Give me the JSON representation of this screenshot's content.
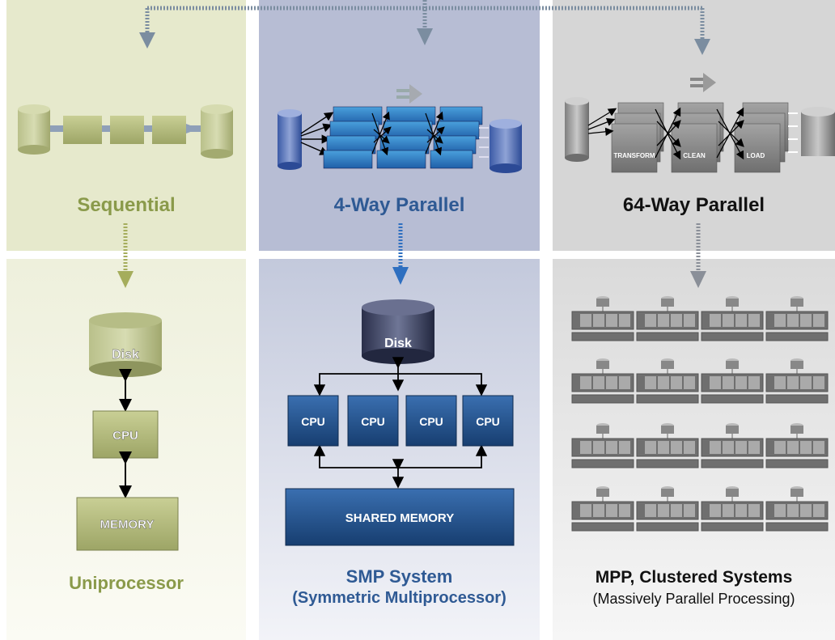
{
  "columns": [
    {
      "top_title": "Sequential",
      "bottom_title": "Uniprocessor",
      "bottom_subtitle": "",
      "accent": "#8a9a4a",
      "labels": {
        "disk": "Disk",
        "cpu": "CPU",
        "memory": "MEMORY"
      }
    },
    {
      "top_title": "4-Way Parallel",
      "bottom_title": "SMP System",
      "bottom_subtitle": "(Symmetric Multiprocessor)",
      "accent": "#2f5a94",
      "labels": {
        "disk": "Disk",
        "cpu": "CPU",
        "memory": "SHARED MEMORY"
      }
    },
    {
      "top_title": "64-Way Parallel",
      "bottom_title": "MPP, Clustered Systems",
      "bottom_subtitle": "(Massively Parallel Processing)",
      "accent": "#111111",
      "labels": {
        "transform": "TRANSFORM",
        "clean": "CLEAN",
        "load": "LOAD"
      }
    }
  ],
  "colors": {
    "green_panel": "#e9ecd2",
    "blue_panel": "#b8bfd6",
    "gray_panel": "#d9d9d9",
    "blue_box": "#1d4f86",
    "gray_box": "#8a8a8a",
    "green_box": "#a8b070"
  }
}
